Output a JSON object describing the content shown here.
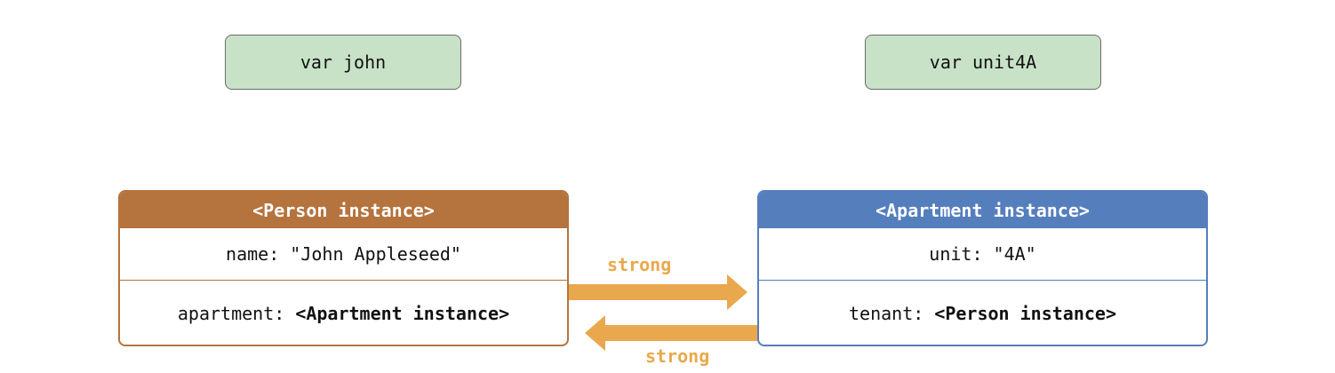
{
  "variables": {
    "john": "var john",
    "unit4a": "var unit4A"
  },
  "person": {
    "header": "<Person instance>",
    "name_key": "name: ",
    "name_value": "\"John Appleseed\"",
    "apartment_key": "apartment: ",
    "apartment_value": "<Apartment instance>"
  },
  "apartment": {
    "header": "<Apartment instance>",
    "unit_key": "unit: ",
    "unit_value": "\"4A\"",
    "tenant_key": "tenant: ",
    "tenant_value": "<Person instance>"
  },
  "references": {
    "person_to_apartment": "strong",
    "apartment_to_person": "strong"
  },
  "colors": {
    "variable_fill": "#c8e2c8",
    "person": "#b5733d",
    "apartment": "#557ebd",
    "strong_arrow": "#e9a84d"
  }
}
